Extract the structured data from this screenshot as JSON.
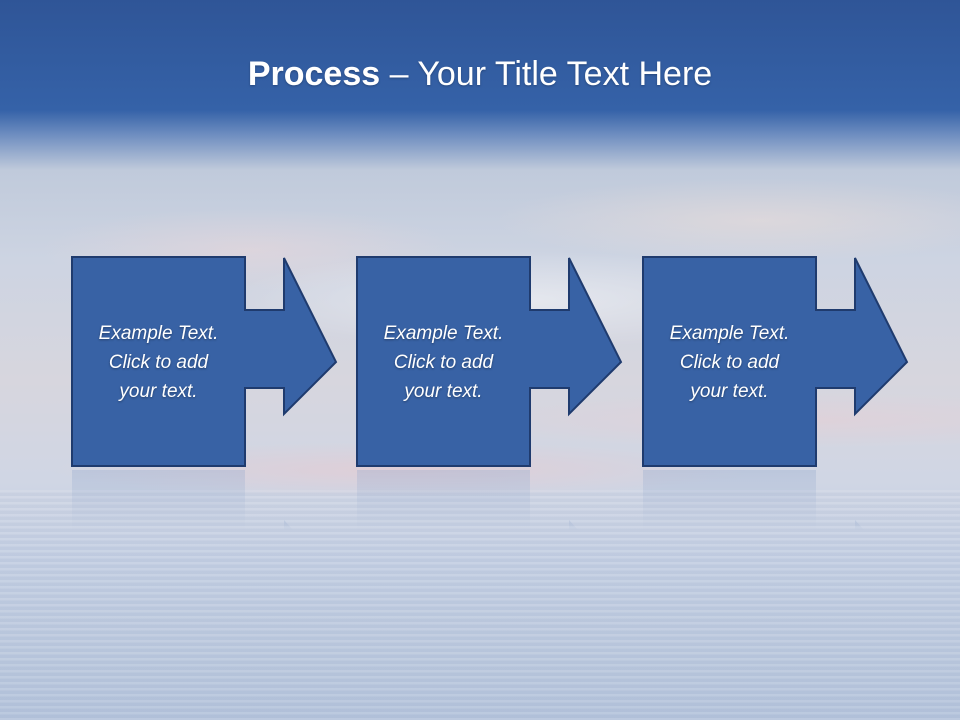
{
  "slide": {
    "title_bold": "Process",
    "title_rest": " – Your Title Text Here",
    "colors": {
      "box_fill": "#3862a5",
      "box_border": "#1f3b6e",
      "title_band": "#2f5597"
    },
    "steps": [
      {
        "text": "Example Text.\nClick  to add\nyour text."
      },
      {
        "text": "Example Text.\nClick  to add\nyour text."
      },
      {
        "text": "Example Text.\nClick  to add\nyour text."
      }
    ]
  }
}
